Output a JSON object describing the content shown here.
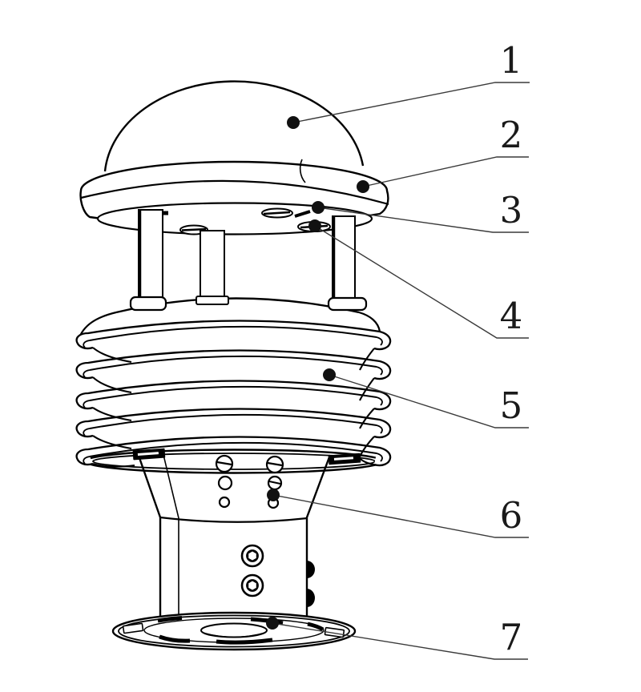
{
  "figure": {
    "type": "patent-style technical line drawing of a multi-plate weather sensor housing",
    "background_color": "#ffffff",
    "line_color": "#000000",
    "leader_line_color": "#3a3a3a"
  },
  "callouts": [
    {
      "label": "1"
    },
    {
      "label": "2"
    },
    {
      "label": "3"
    },
    {
      "label": "4"
    },
    {
      "label": "5"
    },
    {
      "label": "6"
    },
    {
      "label": "7"
    }
  ]
}
